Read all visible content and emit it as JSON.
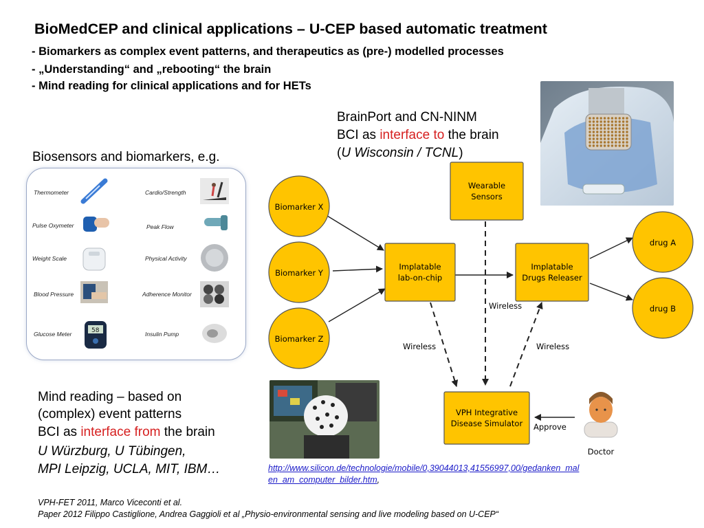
{
  "title": "BioMedCEP and clinical applications – U-CEP based automatic treatment",
  "bullets": [
    "- Biomarkers as complex event patterns, and therapeutics as (pre-) modelled processes",
    "- „Understanding“ and „rebooting“ the brain",
    "- Mind reading for clinical applications and for HETs"
  ],
  "brainport": {
    "line1": "BrainPort and CN-NINM",
    "line2_a": "BCI as ",
    "line2_red": "interface to",
    "line2_b": " the brain",
    "line3_a": "(",
    "line3_i": "U Wisconsin / TCNL",
    "line3_b": ")"
  },
  "biosensors_heading": "Biosensors and biomarkers, e.g.",
  "sensors": {
    "left": [
      "Thermometer",
      "Pulse Oxymeter",
      "Weight Scale",
      "Blood Pressure",
      "Glucose Meter"
    ],
    "right": [
      "Cardio/Strength",
      "Peak Flow",
      "Physical Activity",
      "Adherence Monitor",
      "Insulin Pump"
    ],
    "glucose_display": "58"
  },
  "mind_reading": {
    "line1": "Mind reading – based on",
    "line2": "(complex) event patterns",
    "line3_a": "BCI as ",
    "line3_red": "interface from",
    "line3_b": " the brain",
    "line4": "U Würzburg, U Tübingen,",
    "line5": "MPI Leipzig, UCLA, MIT, IBM…"
  },
  "link": {
    "url_line1": "http://www.silicon.de/technologie/mobile/0,39044013,41556997,00/gedanken_mal",
    "url_line2": "en_am_computer_bilder.htm",
    "suffix": ","
  },
  "footer": {
    "line1": "VPH-FET 2011, Marco Viceconti et al.",
    "line2": "Paper 2012 Filippo Castiglione, Andrea Gaggioli et al „Physio-environmental sensing and live modeling based on U-CEP“"
  },
  "diagram": {
    "biomarker_x": "Biomarker X",
    "biomarker_y": "Biomarker Y",
    "biomarker_z": "Biomarker Z",
    "wearable_l1": "Wearable",
    "wearable_l2": "Sensors",
    "lab_l1": "Implatable",
    "lab_l2": "lab-on-chip",
    "drugs_l1": "Implatable",
    "drugs_l2": "Drugs Releaser",
    "drug_a": "drug A",
    "drug_b": "drug B",
    "vph_l1": "VPH Integrative",
    "vph_l2": "Disease Simulator",
    "wireless_center": "Wireless",
    "wireless_left": "Wireless",
    "wireless_right": "Wireless",
    "approve": "Approve",
    "doctor": "Doctor"
  },
  "colors": {
    "node_fill": "#ffc400",
    "node_stroke": "#555555",
    "interface_red": "#d62020",
    "link_blue": "#1a1ac8"
  }
}
